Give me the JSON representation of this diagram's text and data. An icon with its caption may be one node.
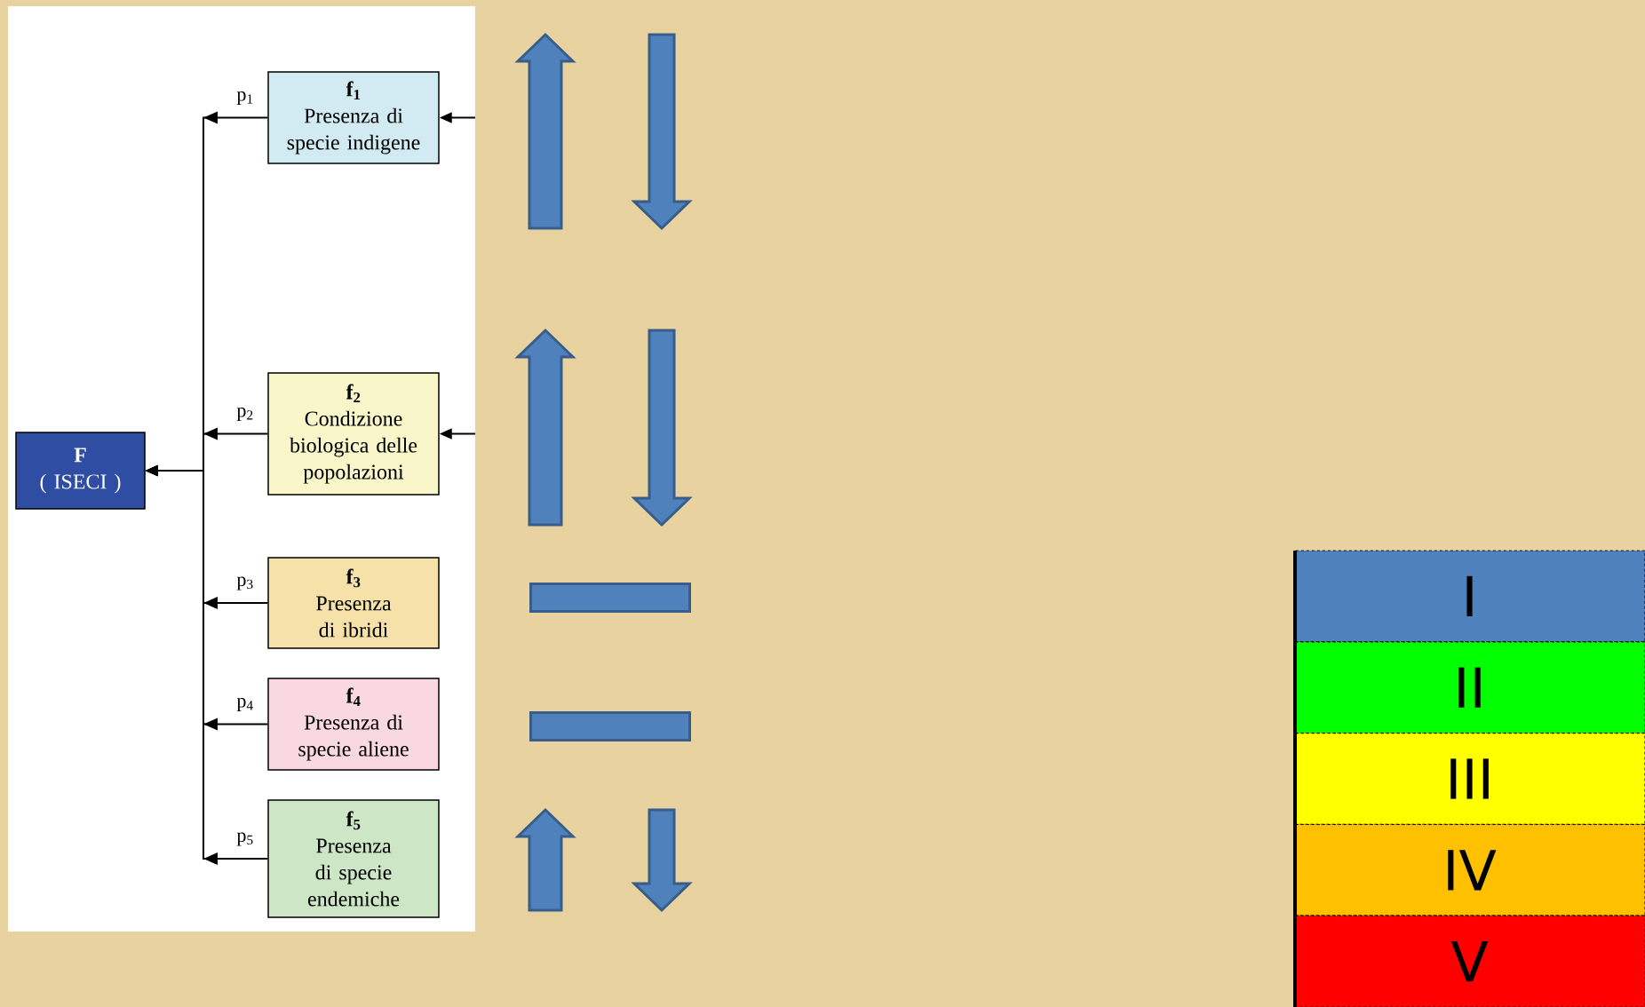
{
  "diagram": {
    "nodes": [
      {
        "text": [
          "F",
          "( ISECI )"
        ]
      },
      {
        "text": [
          "f$_{1}$",
          "Presenza di specie indigene"
        ]
      },
      {
        "text": [
          "f$_{2}$",
          "Condizione biologica delle popolazioni"
        ]
      },
      {
        "text": [
          "f$_{3}$",
          "Presenza di ibridi"
        ]
      },
      {
        "text": [
          "f$_{4}$",
          "Presenza di specie aliene"
        ]
      },
      {
        "text": [
          "f$_{5}$",
          "Presenza di specie endemiche"
        ]
      },
      {
        "text": [
          "I"
        ]
      },
      {
        "text": [
          "II"
        ]
      },
      {
        "text": [
          "III"
        ]
      },
      {
        "text": [
          "IV"
        ]
      },
      {
        "text": [
          "V"
        ]
      },
      {
        "text": [],
        "shape": "bar"
      },
      {
        "text": [],
        "shape": "bar"
      }
    ],
    "edges": [
      {
        "from": null,
        "to": 1,
        "arrow": "to"
      },
      {
        "from": 1,
        "to": 0,
        "arrow": "to",
        "label": "p$_{1}$"
      },
      {
        "from": null,
        "to": 2,
        "arrow": "to"
      },
      {
        "from": 2,
        "to": 0,
        "arrow": "to",
        "label": "p$_{2}$"
      },
      {
        "from": 3,
        "to": 0,
        "arrow": "to",
        "label": "p$_{3}$"
      },
      {
        "from": 4,
        "to": 0,
        "arrow": "to",
        "label": "p$_{4}$"
      },
      {
        "from": 5,
        "to": 0,
        "arrow": "to",
        "label": "p$_{5}$"
      }
    ]
  }
}
